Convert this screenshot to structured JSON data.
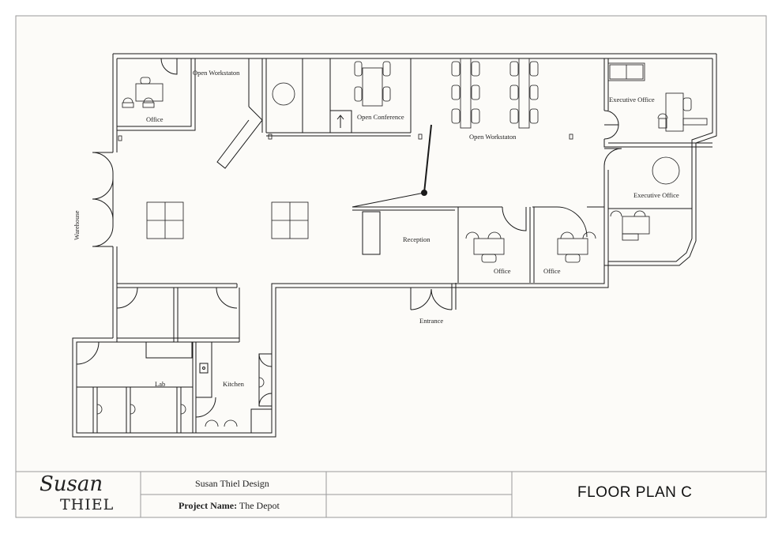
{
  "rooms": {
    "office_nw": "Office",
    "open_workstation_nw": "Open Workstaton",
    "open_conference": "Open Conference",
    "open_workstation_ne": "Open Workstaton",
    "executive_office_top": "Executive Office",
    "executive_office_right": "Executive Office",
    "warehouse": "Warehouse",
    "reception": "Reception",
    "office_mid_left": "Office",
    "office_mid_right": "Office",
    "entrance": "Entrance",
    "lab": "Lab",
    "kitchen": "Kitchen"
  },
  "title_block": {
    "logo_script": "Susan",
    "logo_caps": "THIEL",
    "firm_name": "Susan Thiel Design",
    "project_label": "Project Name:",
    "project_name": "The Depot",
    "sheet_title": "FLOOR PLAN C"
  },
  "colors": {
    "line": "#1a1a1a",
    "paper": "#fcfbf8",
    "border": "#9a9a9a"
  }
}
